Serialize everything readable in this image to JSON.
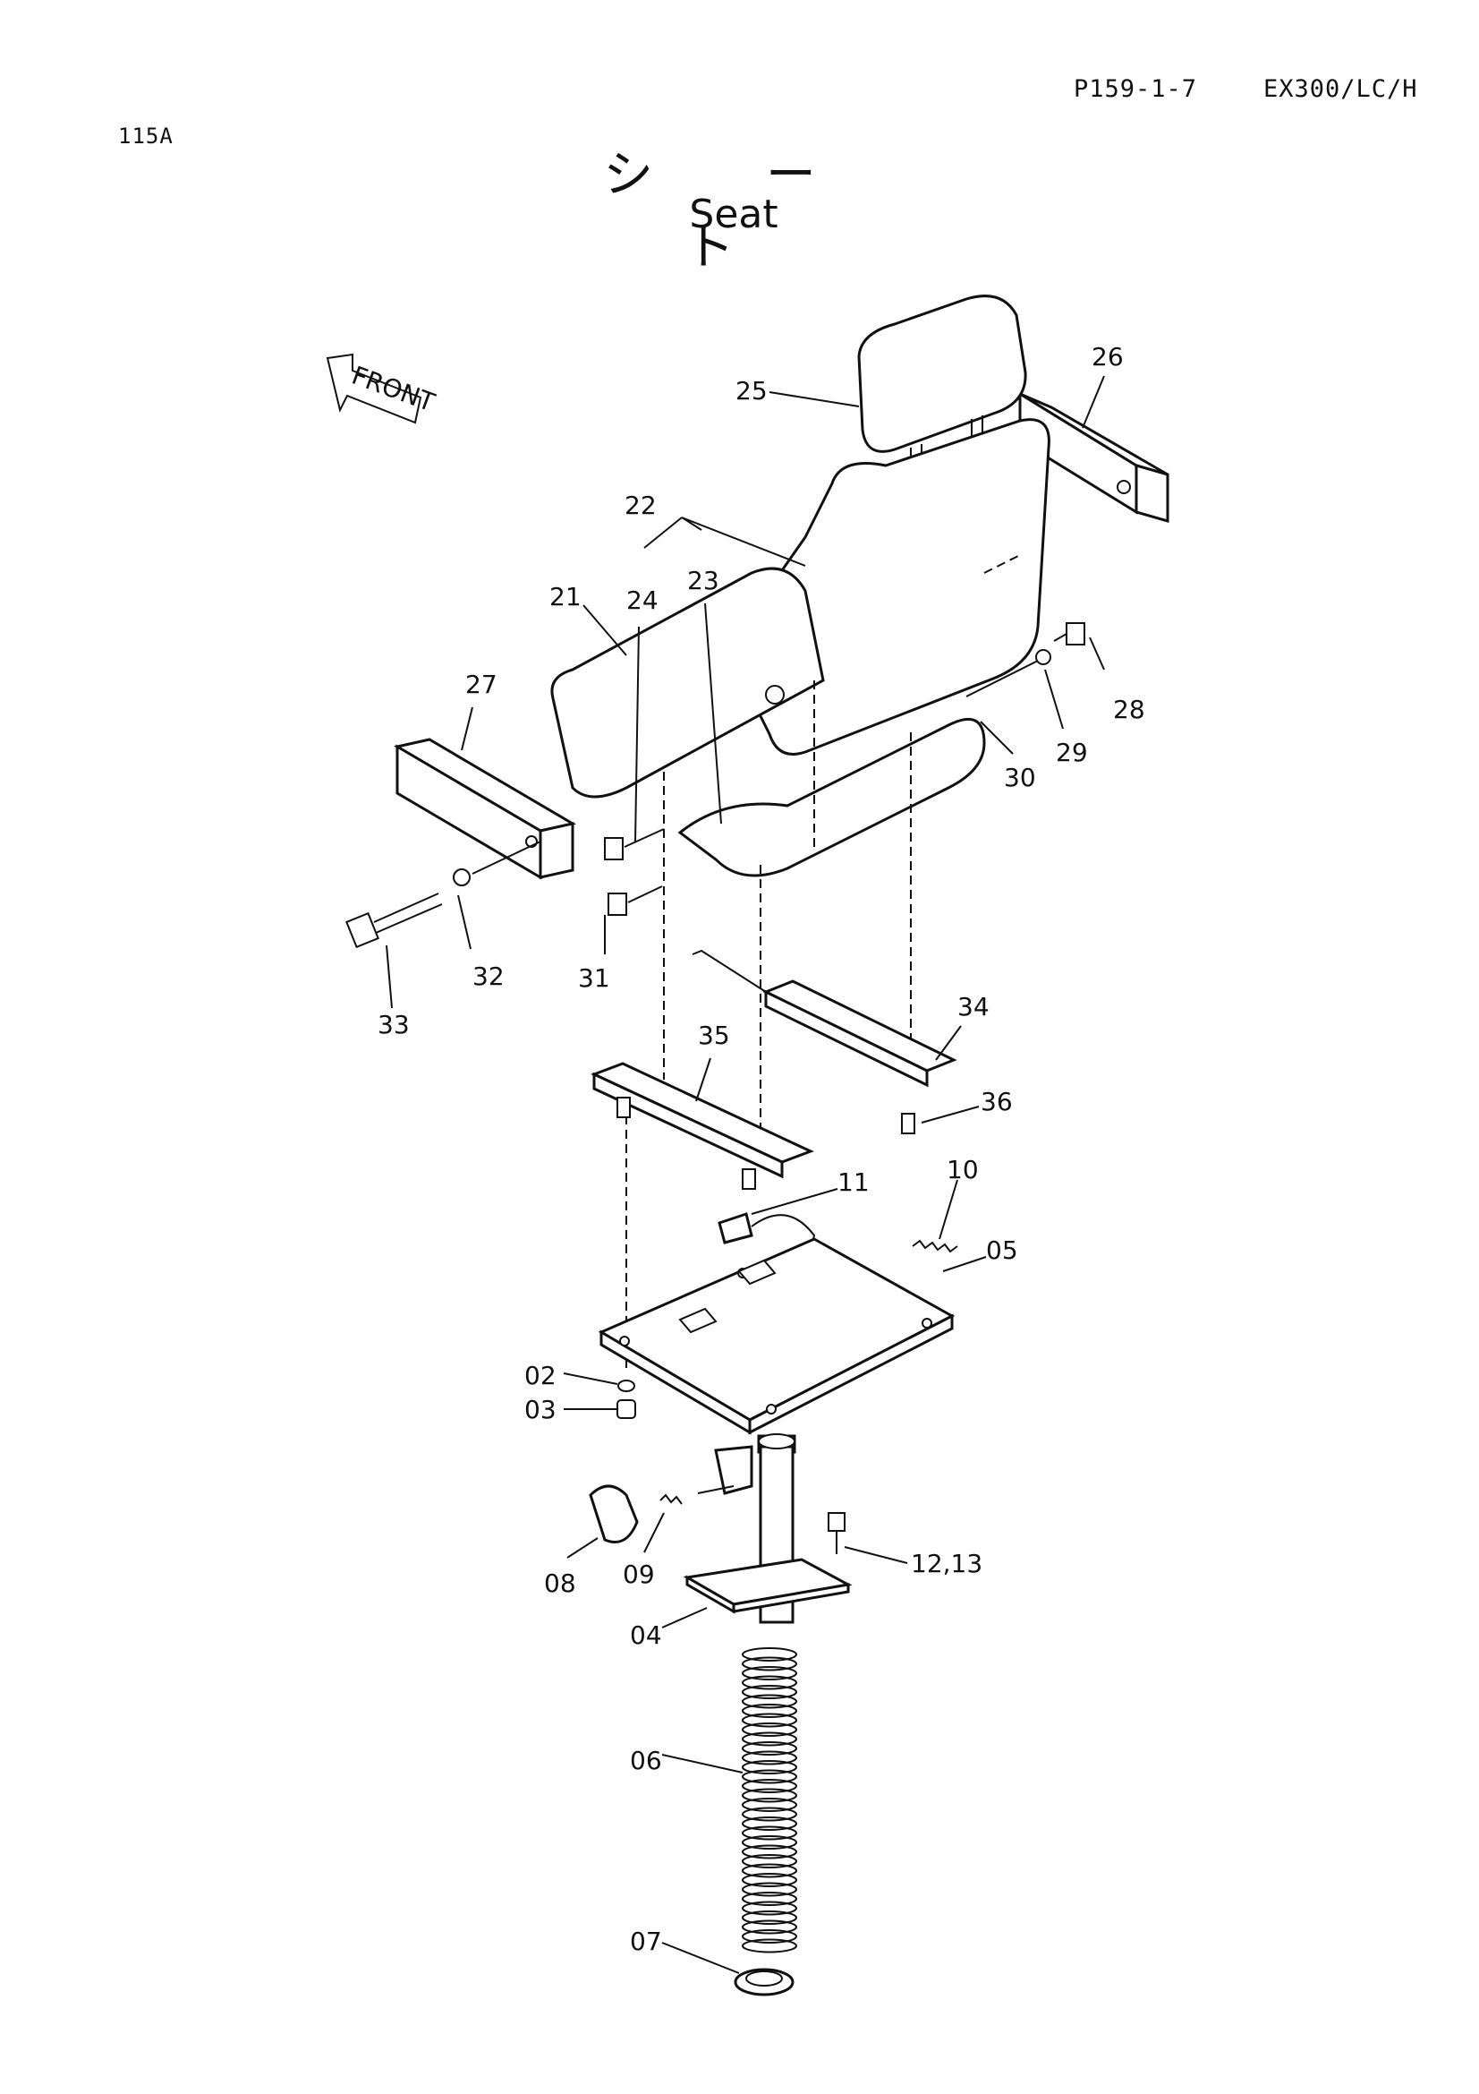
{
  "header": {
    "page_code": "P159-1-7",
    "model": "EX300/LC/H",
    "sheet_number": "115A"
  },
  "title": {
    "japanese": "シ ー ト",
    "english": "Seat"
  },
  "front_marker": "FRONT",
  "callouts": [
    "25",
    "26",
    "22",
    "24",
    "23",
    "21",
    "27",
    "28",
    "29",
    "30",
    "31",
    "32",
    "33",
    "34",
    "35",
    "36",
    "11",
    "10",
    "05",
    "02",
    "03",
    "08",
    "09",
    "12,13",
    "04",
    "06",
    "07"
  ]
}
